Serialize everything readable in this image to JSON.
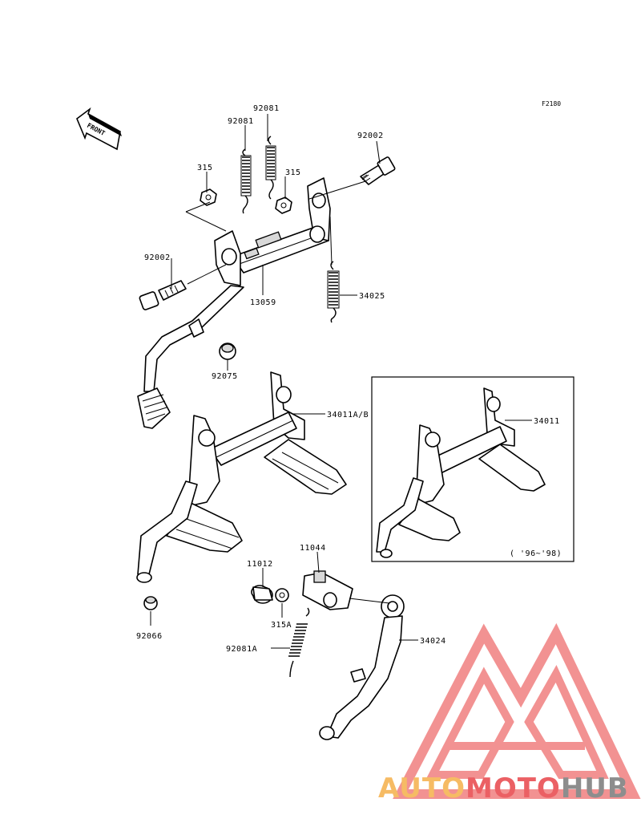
{
  "figure_code": "F2180",
  "front_label": "FRONT",
  "inset_years": "( '96~'98)",
  "parts": {
    "p92081_top": "92081",
    "p92081_mid": "92081",
    "p315_left": "315",
    "p315_right": "315",
    "p92002_right": "92002",
    "p92002_left": "92002",
    "p13059": "13059",
    "p34025": "34025",
    "p92075": "92075",
    "p34011AB": "34011A/B",
    "p34011": "34011",
    "p11044": "11044",
    "p11012": "11012",
    "p315A": "315A",
    "p92081A": "92081A",
    "p34024": "34024",
    "p92066": "92066"
  },
  "watermark": {
    "part1": "AUTO",
    "part2": "MOTO",
    "part3": "HUB",
    "colors": {
      "orange": "#f5b04a",
      "red": "#e8454a",
      "gray": "#7a7a7a",
      "triangle": "#f08080"
    }
  }
}
